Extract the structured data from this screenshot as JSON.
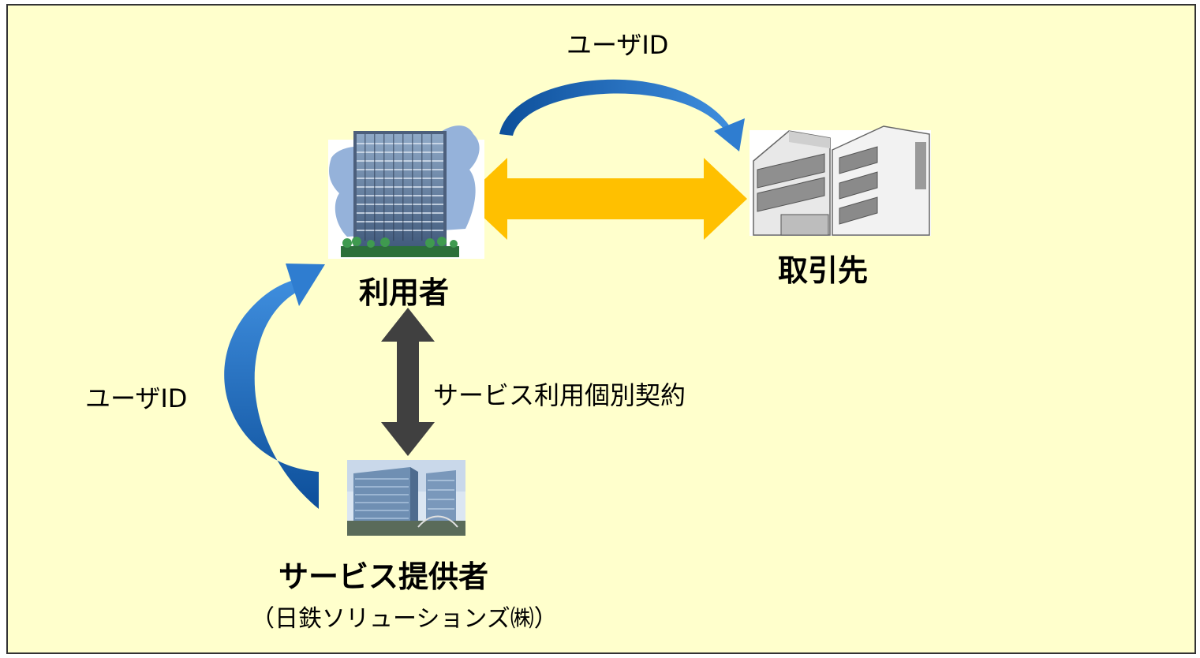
{
  "colors": {
    "panel_background": "#ffffcc",
    "exchange_arrow": "#ffc000",
    "contract_arrow": "#404040",
    "flow_arrow": "#1f6bbf"
  },
  "labels": {
    "user_id_top": "ユーザID",
    "user_id_left": "ユーザID",
    "contract": "サービス利用個別契約",
    "user": "利用者",
    "partner": "取引先",
    "provider": "サービス提供者",
    "provider_note": "（日鉄ソリューションズ㈱）"
  },
  "icons": {
    "user": "office-tower-icon",
    "partner": "office-building-icon",
    "provider": "twin-towers-photo-icon"
  }
}
